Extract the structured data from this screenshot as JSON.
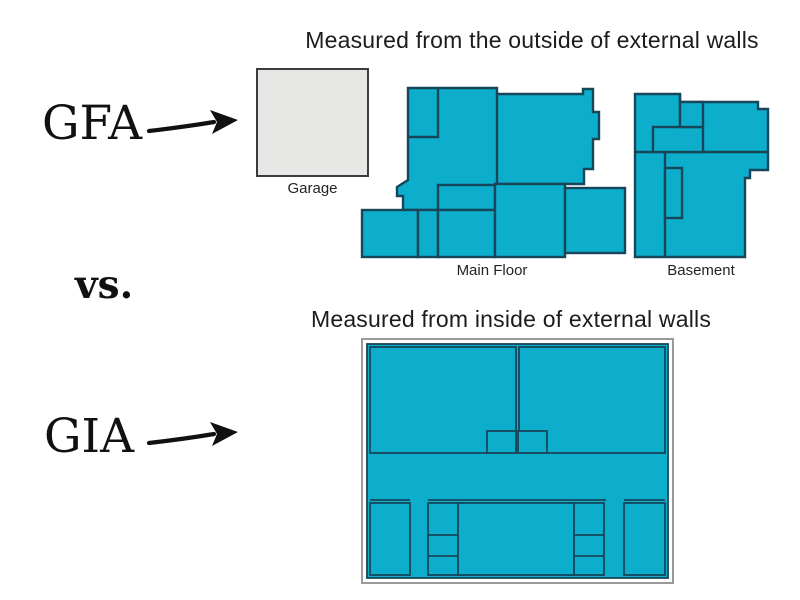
{
  "colors": {
    "floor_fill": "#0CAECB",
    "wall_stroke": "#17465A",
    "garage_fill": "#E7E7E6",
    "garage_stroke": "#3C3C3C",
    "outer_wall": "#9A9A9A",
    "text": "#1C1C1C"
  },
  "gfa_section": {
    "title": "Measured from the outside of external walls",
    "label": "GFA",
    "garage_label": "Garage",
    "main_floor_label": "Main Floor",
    "basement_label": "Basement"
  },
  "divider": {
    "vs_label": "vs."
  },
  "gia_section": {
    "title": "Measured from inside of external walls",
    "label": "GIA"
  }
}
